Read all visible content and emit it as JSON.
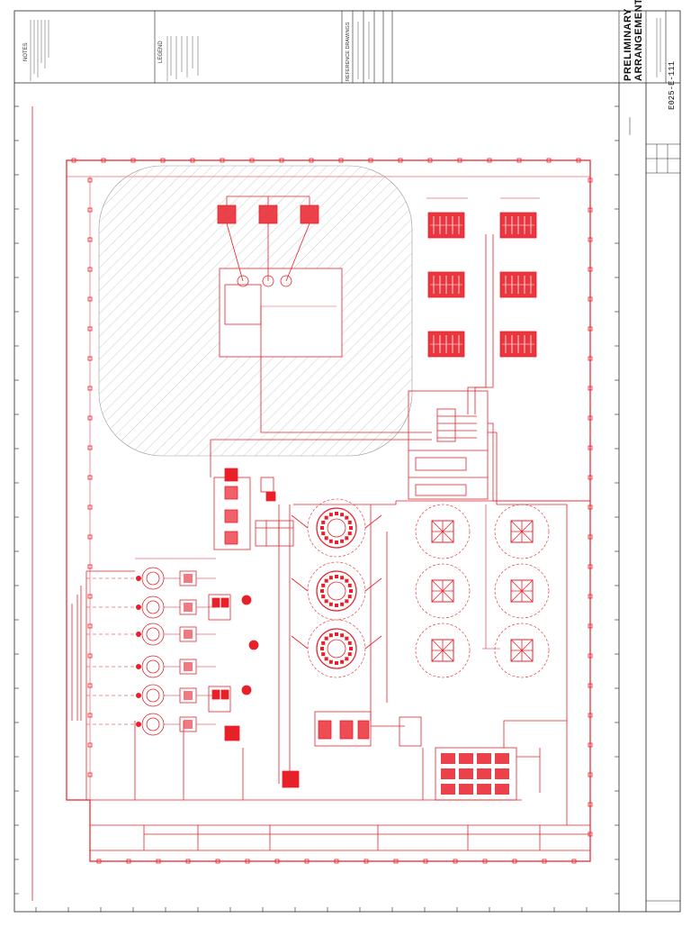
{
  "title_block": {
    "status_line1": "PRELIMINARY",
    "status_line2": "ARRANGEMENT",
    "drawing_number": "E025-E-111",
    "notes_heading": "NOTES",
    "legend_heading": "LEGEND",
    "reference_heading": "REFERENCE DRAWINGS"
  },
  "colors": {
    "drawing": "#e8202a",
    "border": "#222222",
    "hatch": "#9a9a9a"
  }
}
